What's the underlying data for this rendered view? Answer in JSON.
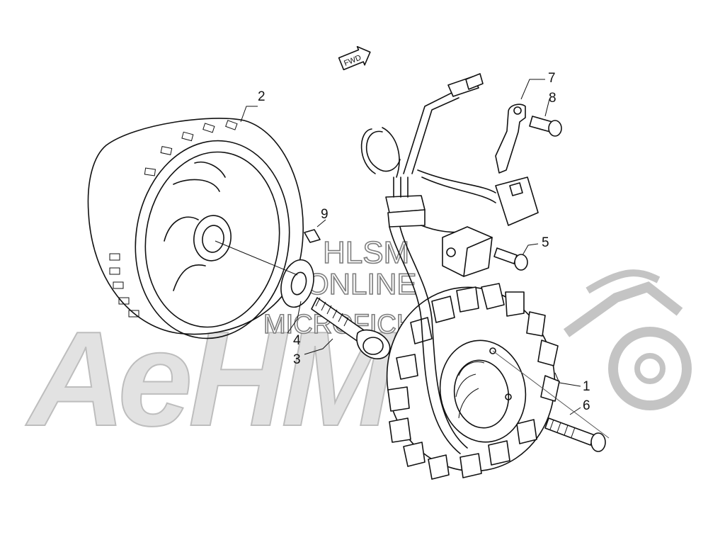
{
  "diagram": {
    "callouts": [
      {
        "label": "1"
      },
      {
        "label": "2"
      },
      {
        "label": "3"
      },
      {
        "label": "4"
      },
      {
        "label": "5"
      },
      {
        "label": "6"
      },
      {
        "label": "7"
      },
      {
        "label": "8"
      },
      {
        "label": "9"
      }
    ],
    "fwd_tag": "FWD"
  },
  "watermark": {
    "line1": "HLSM",
    "line2": "ONLINE",
    "line3": "MICROFICHE",
    "big_text": "АеНМ",
    "color": "#cfcfcf"
  }
}
